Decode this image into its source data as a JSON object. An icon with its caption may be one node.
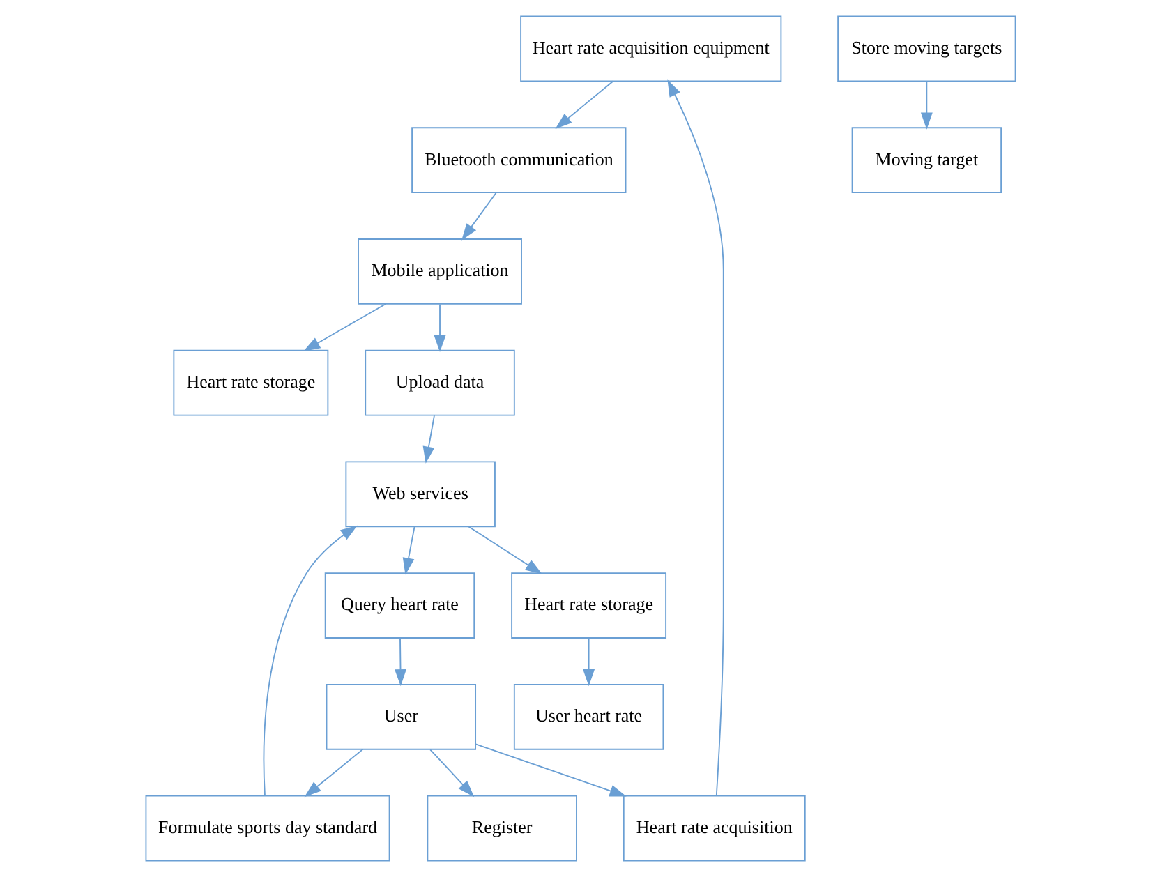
{
  "diagram": {
    "nodes": [
      {
        "text": [
          "Heart rate acquisition equipment"
        ]
      },
      {
        "text": [
          "Bluetooth communication"
        ]
      },
      {
        "text": [
          "Mobile application"
        ]
      },
      {
        "text": [
          "Heart rate acquisition"
        ]
      },
      {
        "text": [
          "Heart rate storage"
        ]
      },
      {
        "text": [
          "User"
        ]
      },
      {
        "text": [
          "Formulate sports day standard"
        ]
      },
      {
        "text": [
          "Register"
        ]
      },
      {
        "text": [
          "Query heart rate"
        ]
      },
      {
        "text": [
          "Moving target"
        ]
      },
      {
        "text": [
          "Store moving targets"
        ]
      },
      {
        "text": [
          "User heart rate"
        ]
      },
      {
        "text": [
          "Heart rate storage"
        ]
      },
      {
        "text": [
          "Web services"
        ]
      },
      {
        "text": [
          "Upload data"
        ]
      }
    ],
    "edges": [
      {
        "from": 0,
        "to": 1,
        "arrow": "to"
      },
      {
        "from": 1,
        "to": 2,
        "arrow": "to"
      },
      {
        "from": 2,
        "to": 4,
        "arrow": "to"
      },
      {
        "from": 2,
        "to": 14,
        "arrow": "to"
      },
      {
        "from": 3,
        "to": 0,
        "arrow": "to"
      },
      {
        "from": 5,
        "to": 3,
        "arrow": "to"
      },
      {
        "from": 5,
        "to": 6,
        "arrow": "to"
      },
      {
        "from": 5,
        "to": 7,
        "arrow": "to"
      },
      {
        "from": 6,
        "to": 13,
        "arrow": "to"
      },
      {
        "from": 8,
        "to": 5,
        "arrow": "to"
      },
      {
        "from": 13,
        "to": 8,
        "arrow": "to"
      },
      {
        "from": 10,
        "to": 9,
        "arrow": "to"
      },
      {
        "from": 13,
        "to": 12,
        "arrow": "to"
      },
      {
        "from": 12,
        "to": 11,
        "arrow": "to"
      },
      {
        "from": 14,
        "to": 13,
        "arrow": "to"
      }
    ]
  }
}
